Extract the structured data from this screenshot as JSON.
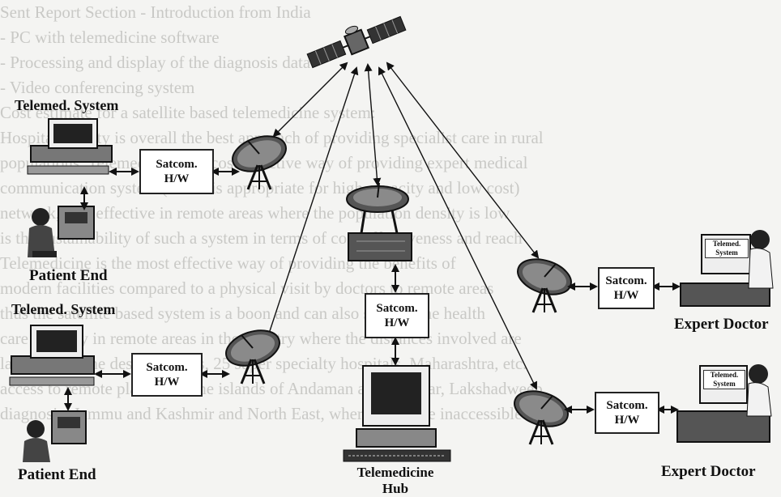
{
  "background_text": [
    "Sent Report Section - Introduction from India",
    "- PC with telemedicine software",
    "- Processing and display of the diagnosis data",
    "- Video conferencing system",
    "Cost estimate for a satellite based telemedicine system:",
    "Hospital facility is overall the best approach of providing specialist care in rural",
    "populations. Telemedicine is a cost effective way of providing expert medical",
    "communication system (ISDN is appropriate for high capacity and low cost)",
    "network, cost effective in remote areas where the population density is low",
    "is the sustainability of such a system in terms of cost-effectiveness and reach",
    "Telemedicine is the most effective way of providing the benefits of",
    "modern facilities compared to a physical visit by doctors to remote areas",
    "thus the satellite based system is a boon and can also support the health",
    "care delivery in remote areas in the country where the distances involved are",
    "large, eg: in the desert regions, 25 super specialty hospitals. Maharashtra, etc.",
    "access to remote places like the islands of Andaman and Nicobar, Lakshadweep",
    "diagnosis; Jammu and Kashmir and North East, where some are inaccessible"
  ],
  "labels": {
    "telemed_system_top": "Telemed. System",
    "telemed_system_bottom": "Telemed. System",
    "patient_end_top": "Patient End",
    "patient_end_bottom": "Patient End",
    "expert_doctor_top": "Expert Doctor",
    "expert_doctor_bottom": "Expert Doctor",
    "hub_line1": "Telemedicine",
    "hub_line2": "Hub"
  },
  "satcom_boxes": [
    {
      "line1": "Satcom.",
      "line2": "H/W"
    },
    {
      "line1": "Satcom.",
      "line2": "H/W"
    },
    {
      "line1": "Satcom.",
      "line2": "H/W"
    },
    {
      "line1": "Satcom.",
      "line2": "H/W"
    },
    {
      "line1": "Satcom.",
      "line2": "H/W"
    }
  ],
  "doctor_screen_label": {
    "line1": "Telemed.",
    "line2": "System"
  }
}
